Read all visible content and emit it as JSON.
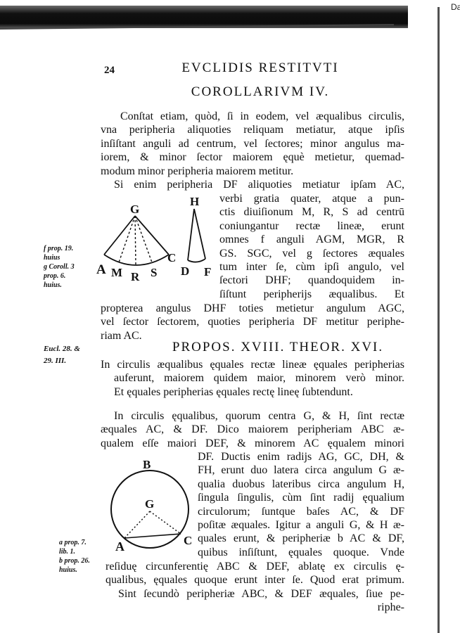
{
  "corner_tab": "Da",
  "page_number": "24",
  "running_head": "EVCLIDIS RESTITVTI",
  "corollary_title": "COROLLARIVM IV.",
  "corollary_para": [
    "Conſtat etiam, quòd, ſi in eodem, vel æqualibus circulis,",
    "vna peripheria aliquoties reliquam metiatur, atque ipſis",
    "inſiſtant anguli ad centrum, vel ſectores; minor angulus ma-",
    "iorem, & minor ſector maiorem ęquè metietur, quemad-",
    "modum minor peripheria maiorem metitur."
  ],
  "si_enim_line": "Si enim peripheria DF aliquoties metiatur ipſam AC,",
  "corollary_right_column": [
    "verbi gratia quater, atque a pun-",
    "ctis diuiſionum M, R, S ad centrū",
    "coniungantur rectæ lineæ, erunt",
    "omnes f anguli AGM, MGR, R",
    "GS. SGC, vel g ſectores æquales",
    "tum inter ſe, cùm ipſi angulo, vel",
    "ſectori DHF; quandoquidem in-",
    "ſiſtunt peripherijs æqualibus. Et"
  ],
  "corollary_tail": [
    "propterea angulus DHF toties metietur angulum AGC,",
    "vel ſector ſectorem, quoties peripheria DF metitur periphe-",
    "riam AC."
  ],
  "margin_notes_1": [
    "f prop. 19.",
    "huius",
    "g Coroll. 3",
    "prop. 6.",
    "huius."
  ],
  "figure_1_labels": {
    "G": "G",
    "A": "A",
    "M": "M",
    "R": "R",
    "S": "S",
    "C": "C",
    "H": "H",
    "D": "D",
    "F": "F"
  },
  "proposition_title": "PROPOS. XVIII. THEOR. XVI.",
  "margin_notes_2": [
    "Eucl. 28. &",
    "29. III."
  ],
  "proposition_statement": [
    "In circulis æqualibus ęquales rectæ lineæ ęquales peripherias",
    "auferunt, maiorem quidem maior, minorem verò minor.",
    "Et ęquales peripherias ęquales rectę lineę ſubtendunt."
  ],
  "proof_top": [
    "In circulis ęqualibus, quorum centra G, & H, ſint rectæ",
    "æquales AC, & DF. Dico maiorem peripheriam ABC æ-",
    "qualem eſſe maiori DEF, & minorem AC ęqualem minori"
  ],
  "proof_right_column": [
    "DF. Ductis enim radijs AG, GC, DH, &",
    "FH, erunt duo latera circa angulum G æ-",
    "qualia duobus lateribus circa angulum H,",
    "ſingula ſingulis, cùm ſint radij ęqualium",
    "circulorum; ſuntque baſes AC, & DF",
    "poſitæ æquales. Igitur a anguli G, & H æ-",
    "quales erunt, & peripheriæ b AC & DF,",
    "quibus inſiſtunt, ęquales quoque. Vnde"
  ],
  "proof_tail": [
    "reſiduę circunferentię ABC & DEF, ablatę ex circulis ę-",
    "qualibus, ęquales quoque erunt inter ſe. Quod erat primum.",
    "Sint ſecundò peripheriæ ABC, & DEF æquales, ſiue pe-",
    "riphe-"
  ],
  "margin_notes_3": [
    "a prop. 7.",
    "lib. 1.",
    "b prop. 26.",
    "huius."
  ],
  "figure_2_labels": {
    "B": "B",
    "G": "G",
    "A": "A",
    "C": "C"
  }
}
